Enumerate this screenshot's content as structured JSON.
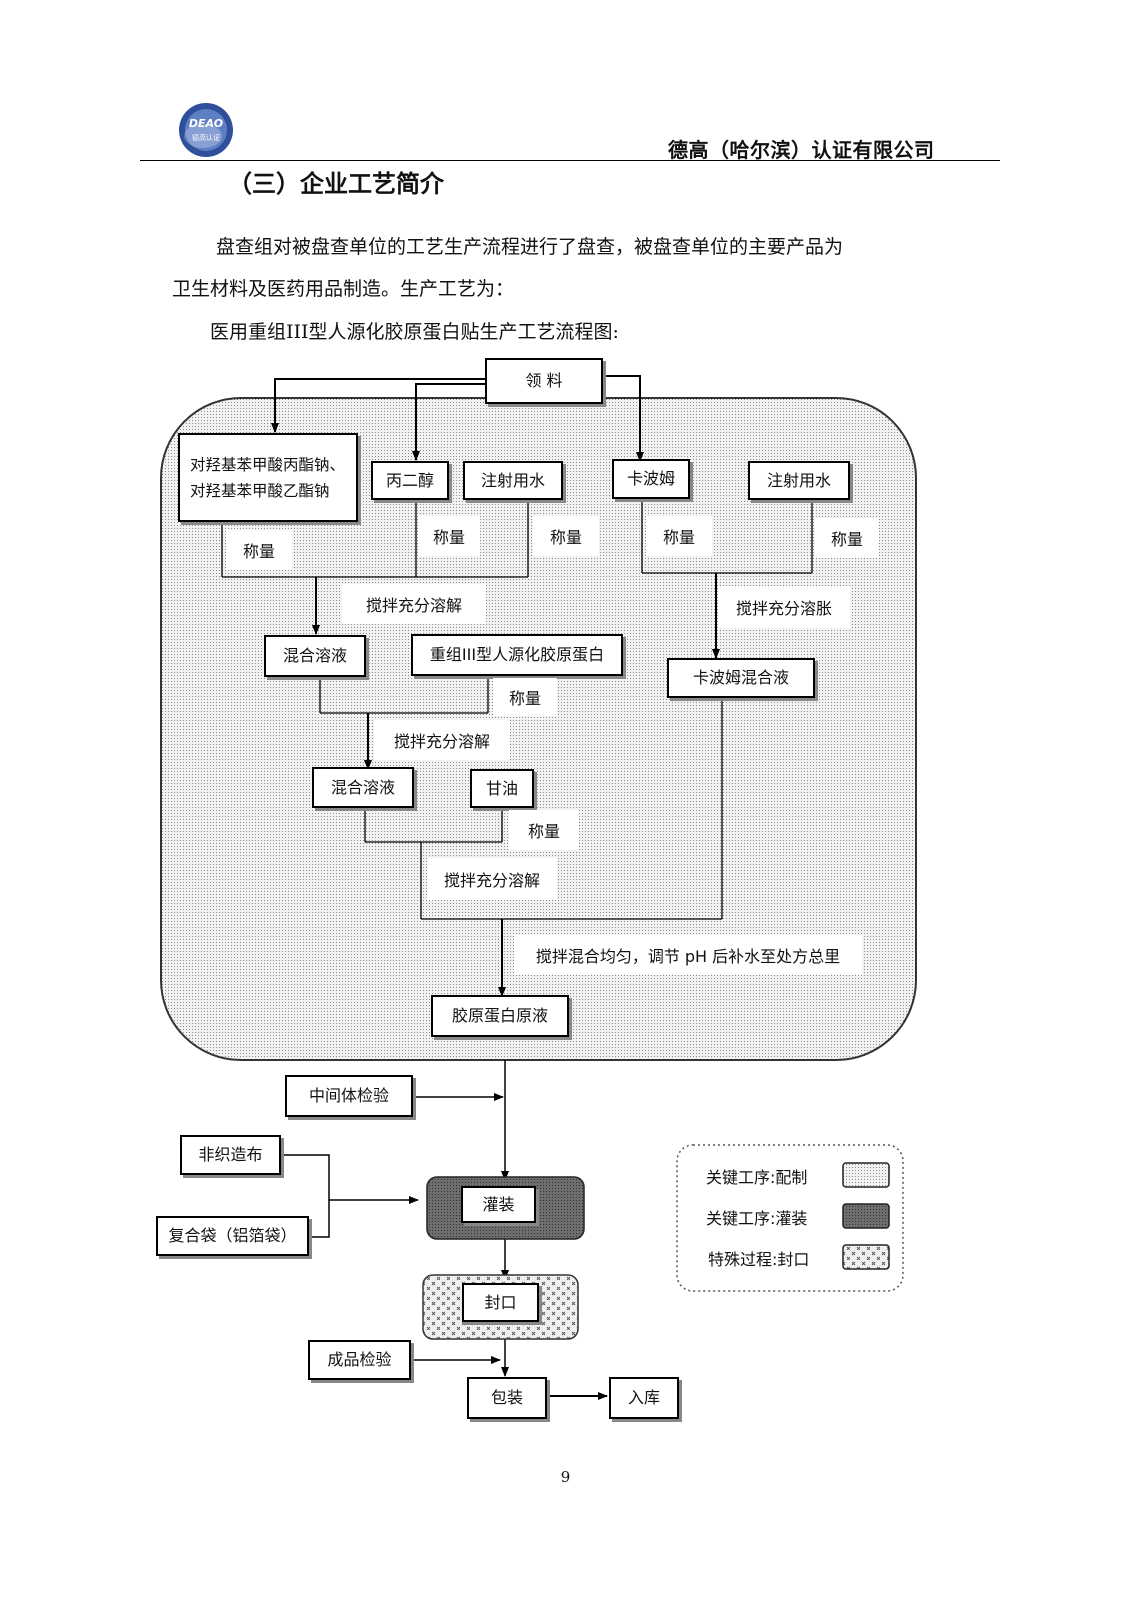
{
  "header": {
    "logo_text": "DEAO",
    "logo_subtext": "德高认证",
    "company": "德高（哈尔滨）认证有限公司"
  },
  "section": {
    "heading": "（三）企业工艺简介"
  },
  "body": {
    "para1_line1": "盘查组对被盘查单位的工艺生产流程进行了盘查，被盘查单位的主要产品为",
    "para1_line2": "卫生材料及医药用品制造。生产工艺为：",
    "para2": "医用重组III型人源化胶原蛋白贴生产工艺流程图:"
  },
  "flowchart": {
    "nodes": {
      "lingliao": "领 料",
      "paraben": "对羟基苯甲酸丙酯钠、对羟基苯甲酸乙酯钠",
      "propylene_glycol": "丙二醇",
      "water1": "注射用水",
      "carbomer": "卡波姆",
      "water2": "注射用水",
      "mixed1": "混合溶液",
      "collagen": "重组III型人源化胶原蛋白",
      "carbomer_mix": "卡波姆混合液",
      "mixed2": "混合溶液",
      "glycerin": "甘油",
      "stock": "胶原蛋白原液",
      "intermediate_test": "中间体检验",
      "nonwoven": "非织造布",
      "composite_bag": "复合袋（铝箔袋）",
      "filling": "灌装",
      "sealing": "封口",
      "final_test": "成品检验",
      "packing": "包装",
      "storage": "入库"
    },
    "labels": {
      "weigh": "称量",
      "stir_dissolve": "搅拌充分溶解",
      "stir_swell": "搅拌充分溶胀",
      "final_mix": "搅拌混合均匀，调节 pH 后补水至处方总里"
    },
    "legend": {
      "item1": "关键工序:配制",
      "item2": "关键工序:灌装",
      "item3": "特殊过程:封口"
    },
    "colors": {
      "region_fill": "#e4e4e4",
      "filling_fill": "#777777",
      "sealing_fill": "#d8d8d8"
    }
  },
  "footer": {
    "page_number": "9"
  }
}
